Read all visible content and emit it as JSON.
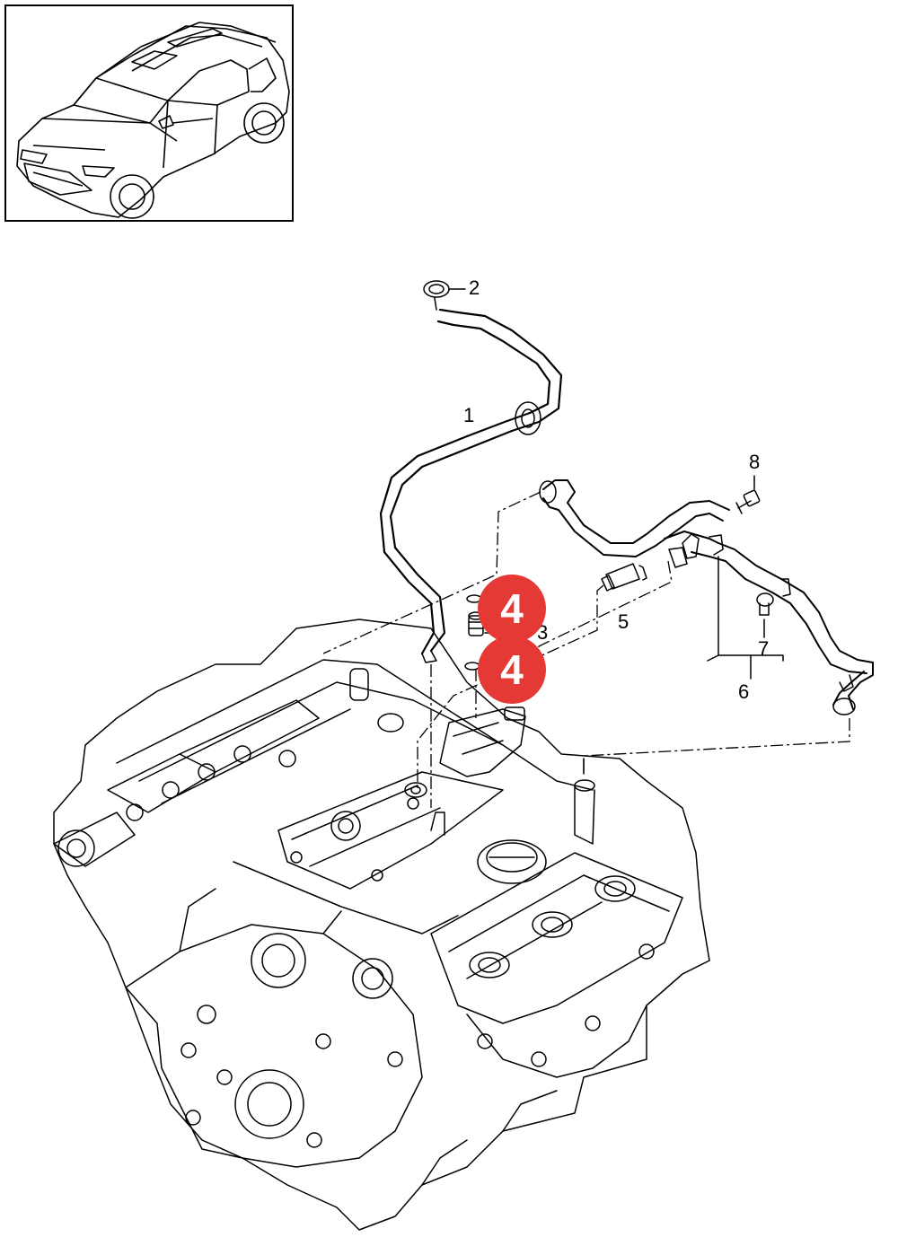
{
  "callouts": {
    "c1": "1",
    "c2": "2",
    "c3": "3",
    "c5": "5",
    "c6": "6",
    "c7": "7",
    "c8": "8"
  },
  "badges": {
    "top": "4",
    "bottom": "4"
  },
  "colors": {
    "badge": "#e53935",
    "line": "#000000"
  },
  "icons": {
    "thumbnail": "suv-car-icon",
    "main": "v8-engine-icon"
  }
}
